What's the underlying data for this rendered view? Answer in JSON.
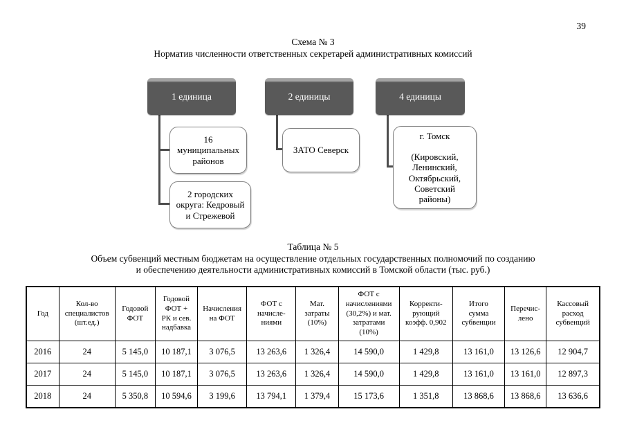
{
  "page_number": "39",
  "schema": {
    "title": "Схема № 3",
    "subtitle": "Норматив численности ответственных секретарей административных комиссий",
    "nodes": [
      {
        "header": "1 единица",
        "children": [
          "16\nмуниципальных\nрайонов",
          "2 городских\nокруга: Кедровый\nи Стрежевой"
        ]
      },
      {
        "header": "2 единицы",
        "children": [
          "ЗАТО Северск"
        ]
      },
      {
        "header": "4 единицы",
        "children": [
          "г. Томск\n\n(Кировский,\nЛенинский,\nОктябрьский,\nСоветский\nрайоны)"
        ]
      }
    ]
  },
  "table": {
    "title": "Таблица № 5",
    "subtitle": "Объем субвенций местным бюджетам на осуществление отдельных государственных полномочий по созданию\nи обеспечению деятельности административных комиссий в Томской области (тыс. руб.)",
    "headers": [
      "Год",
      "Кол-во\nспециалистов\n(шт.ед.)",
      "Годовой\nФОТ",
      "Годовой\nФОТ +\nРК и сев.\nнадбавка",
      "Начисления\nна ФОТ",
      "ФОТ с\nначисле-\nниями",
      "Мат.\nзатраты\n(10%)",
      "ФОТ с\nначислениями\n(30,2%) и мат.\nзатратами\n(10%)",
      "Корректи-\nрующий\nкоэфф. 0,902",
      "Итого\nсумма\nсубвенции",
      "Перечис-\nлено",
      "Кассовый\nрасход\nсубвенций"
    ],
    "rows": [
      [
        "2016",
        "24",
        "5 145,0",
        "10 187,1",
        "3 076,5",
        "13 263,6",
        "1 326,4",
        "14 590,0",
        "1 429,8",
        "13 161,0",
        "13 126,6",
        "12 904,7"
      ],
      [
        "2017",
        "24",
        "5 145,0",
        "10 187,1",
        "3 076,5",
        "13 263,6",
        "1 326,4",
        "14 590,0",
        "1 429,8",
        "13 161,0",
        "13 161,0",
        "12 897,3"
      ],
      [
        "2018",
        "24",
        "5 350,8",
        "10 594,6",
        "3 199,6",
        "13 794,1",
        "1 379,4",
        "15 173,6",
        "1 351,8",
        "13 868,6",
        "13 868,6",
        "13 636,6"
      ]
    ]
  },
  "colors": {
    "unit_box_fill": "#595959",
    "unit_box_top": "#a3a3a3",
    "unit_box_text": "#ffffff",
    "connector": "#4d4d4d",
    "leaf_border": "#808080"
  }
}
